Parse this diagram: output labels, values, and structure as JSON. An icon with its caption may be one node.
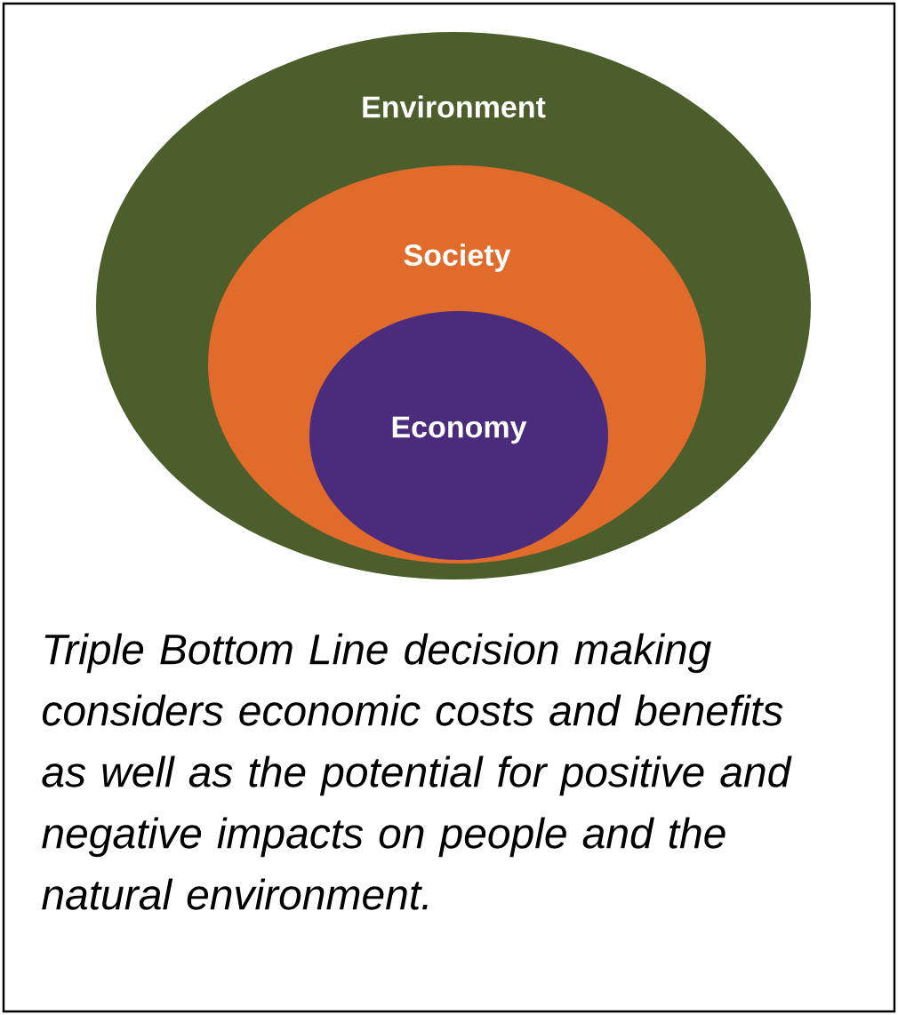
{
  "diagram": {
    "caption": "Triple Bottom Line decision making considers economic costs and benefits as well as the potential for positive and negative impacts on people and the natural environment.",
    "nodes": [
      {
        "text": [
          "Environment"
        ]
      },
      {
        "text": [
          "Society"
        ],
        "in": 0
      },
      {
        "text": [
          "Economy"
        ],
        "in": 1
      }
    ]
  }
}
